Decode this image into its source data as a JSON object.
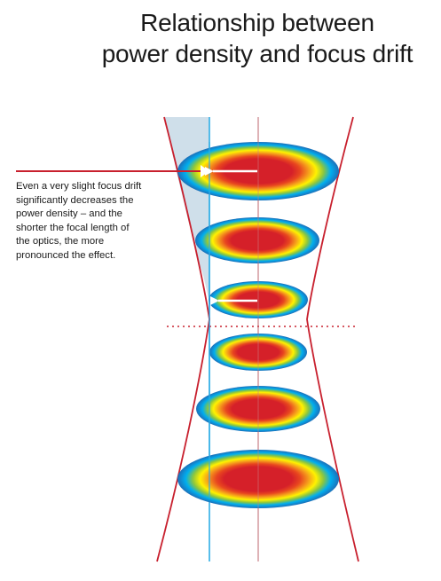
{
  "title": {
    "line1": "Relationship between",
    "line2": "power density and focus drift"
  },
  "caption": {
    "lines": [
      "Even a very slight focus drift",
      "significantly decreases the",
      "power density – and the",
      "shorter the focal length of",
      "the optics, the more",
      "pronounced the effect."
    ]
  },
  "colors": {
    "beam_edge": "#c8202e",
    "axis_line": "#c97f85",
    "drift_line": "#2eaee6",
    "shade": "#cfdfea",
    "spot_core": "#d52029",
    "spot_outer": "#1d6fb8"
  },
  "spot_gradient": [
    "#d52029",
    "#e8461f",
    "#f6a21b",
    "#fff200",
    "#8cc63f",
    "#00aeef",
    "#1d6fb8"
  ]
}
